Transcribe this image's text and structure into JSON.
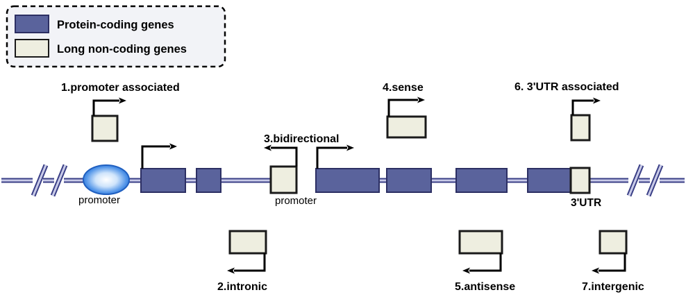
{
  "figure": {
    "title_present": false,
    "background": "#ffffff",
    "colors": {
      "protein_coding": "#5a639c",
      "protein_coding_stroke": "#2c2f63",
      "long_non_coding": "#eeeee0",
      "long_non_coding_stroke": "#1a1a1a",
      "genome_line": "#3a3f86",
      "genome_line_inner": "#c9cbe8",
      "promoter_ellipse": "#2f6fd0",
      "arrow": "#000000",
      "legend_panel_fill": "#f2f3f7"
    }
  },
  "legend": {
    "items": [
      {
        "label": "Protein-coding genes",
        "swatch": "protein-coding",
        "color": "#5a639c"
      },
      {
        "label": "Long non-coding genes",
        "swatch": "long-non-coding",
        "color": "#eeeee0"
      }
    ]
  },
  "track": {
    "annotations": [
      {
        "label": "promoter",
        "kind": "promoter-ellipse"
      },
      {
        "label": "promoter",
        "kind": "promoter-box"
      },
      {
        "label": "3'UTR",
        "kind": "utr-box"
      }
    ]
  },
  "categories": [
    {
      "id": "1",
      "label": "1.promoter associated",
      "direction": "right",
      "position": "above",
      "lnc_box": "tall"
    },
    {
      "id": "2",
      "label": "2.intronic",
      "direction": "left",
      "position": "below",
      "lnc_box": "wide"
    },
    {
      "id": "3",
      "label": "3.bidirectional",
      "direction": "left",
      "position": "above",
      "lnc_box": "square"
    },
    {
      "id": "4",
      "label": "4.sense",
      "direction": "right",
      "position": "above",
      "lnc_box": "wide"
    },
    {
      "id": "5",
      "label": "5.antisense",
      "direction": "left",
      "position": "below",
      "lnc_box": "wide"
    },
    {
      "id": "6",
      "label": "6. 3'UTR associated",
      "direction": "right",
      "position": "above",
      "lnc_box": "tall"
    },
    {
      "id": "7",
      "label": "7.intergenic",
      "direction": "left",
      "position": "below",
      "lnc_box": "square"
    }
  ]
}
